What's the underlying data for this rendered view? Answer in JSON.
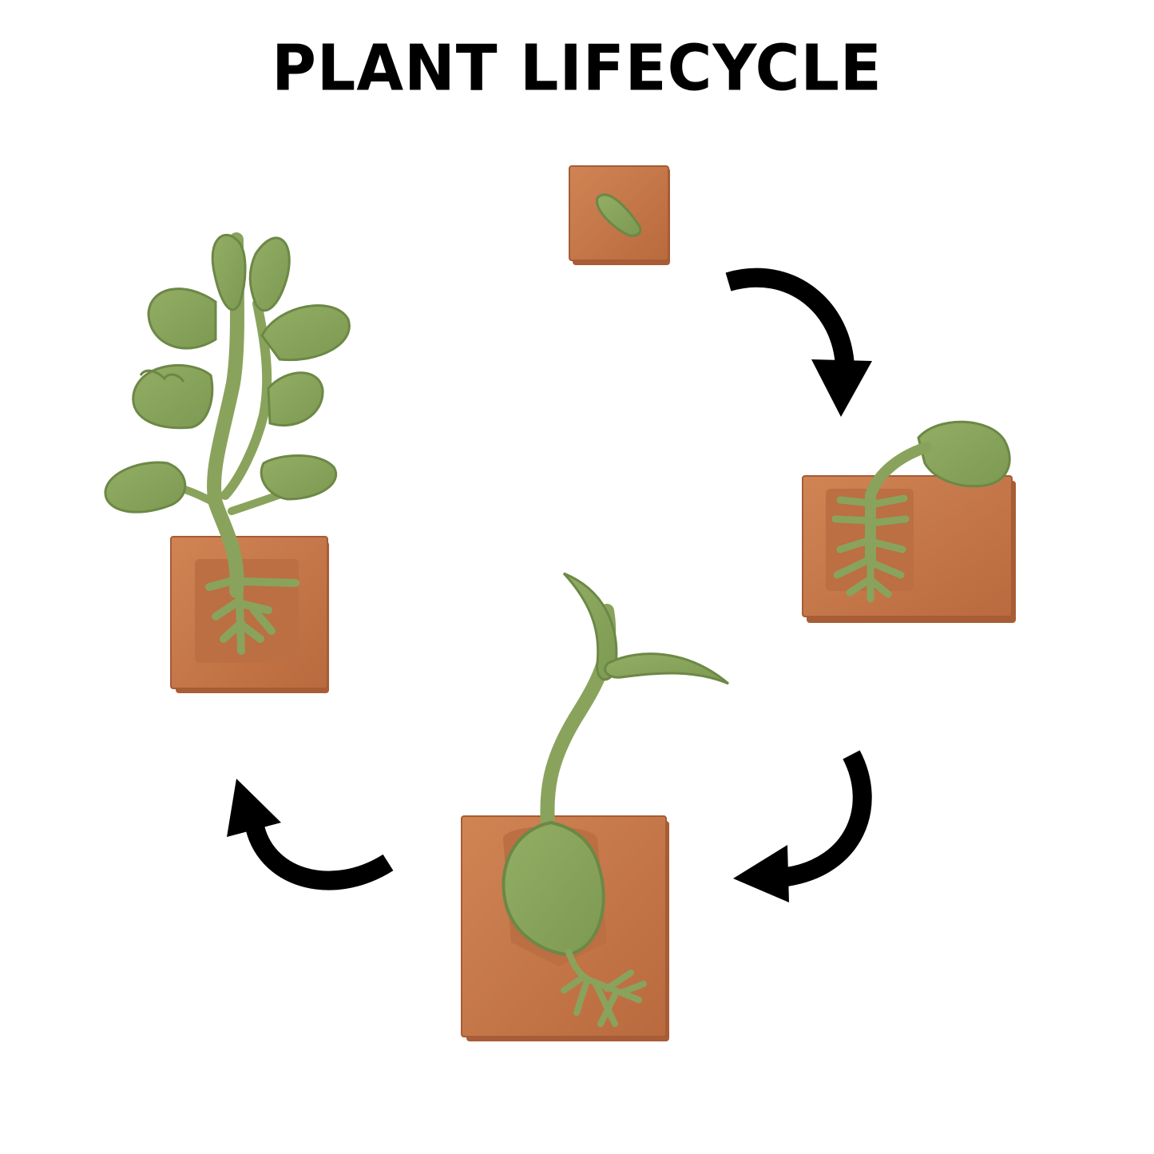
{
  "title": "PLANT LIFECYCLE",
  "colors": {
    "soil": "#c77a4b",
    "soil_edge": "#a65c36",
    "plant": "#89a35c",
    "plant_edge": "#6c8846",
    "arrow": "#000000",
    "background": "#ffffff"
  },
  "stages": [
    {
      "id": "seed",
      "icon": "seed-on-soil-tile"
    },
    {
      "id": "germination",
      "icon": "germinating-seed-tile"
    },
    {
      "id": "seedling",
      "icon": "seedling-tile"
    },
    {
      "id": "mature-plant",
      "icon": "mature-plant-tile"
    }
  ],
  "arrows": [
    "curved-arrow-down-right",
    "curved-arrow-down-left",
    "curved-arrow-up-left"
  ]
}
